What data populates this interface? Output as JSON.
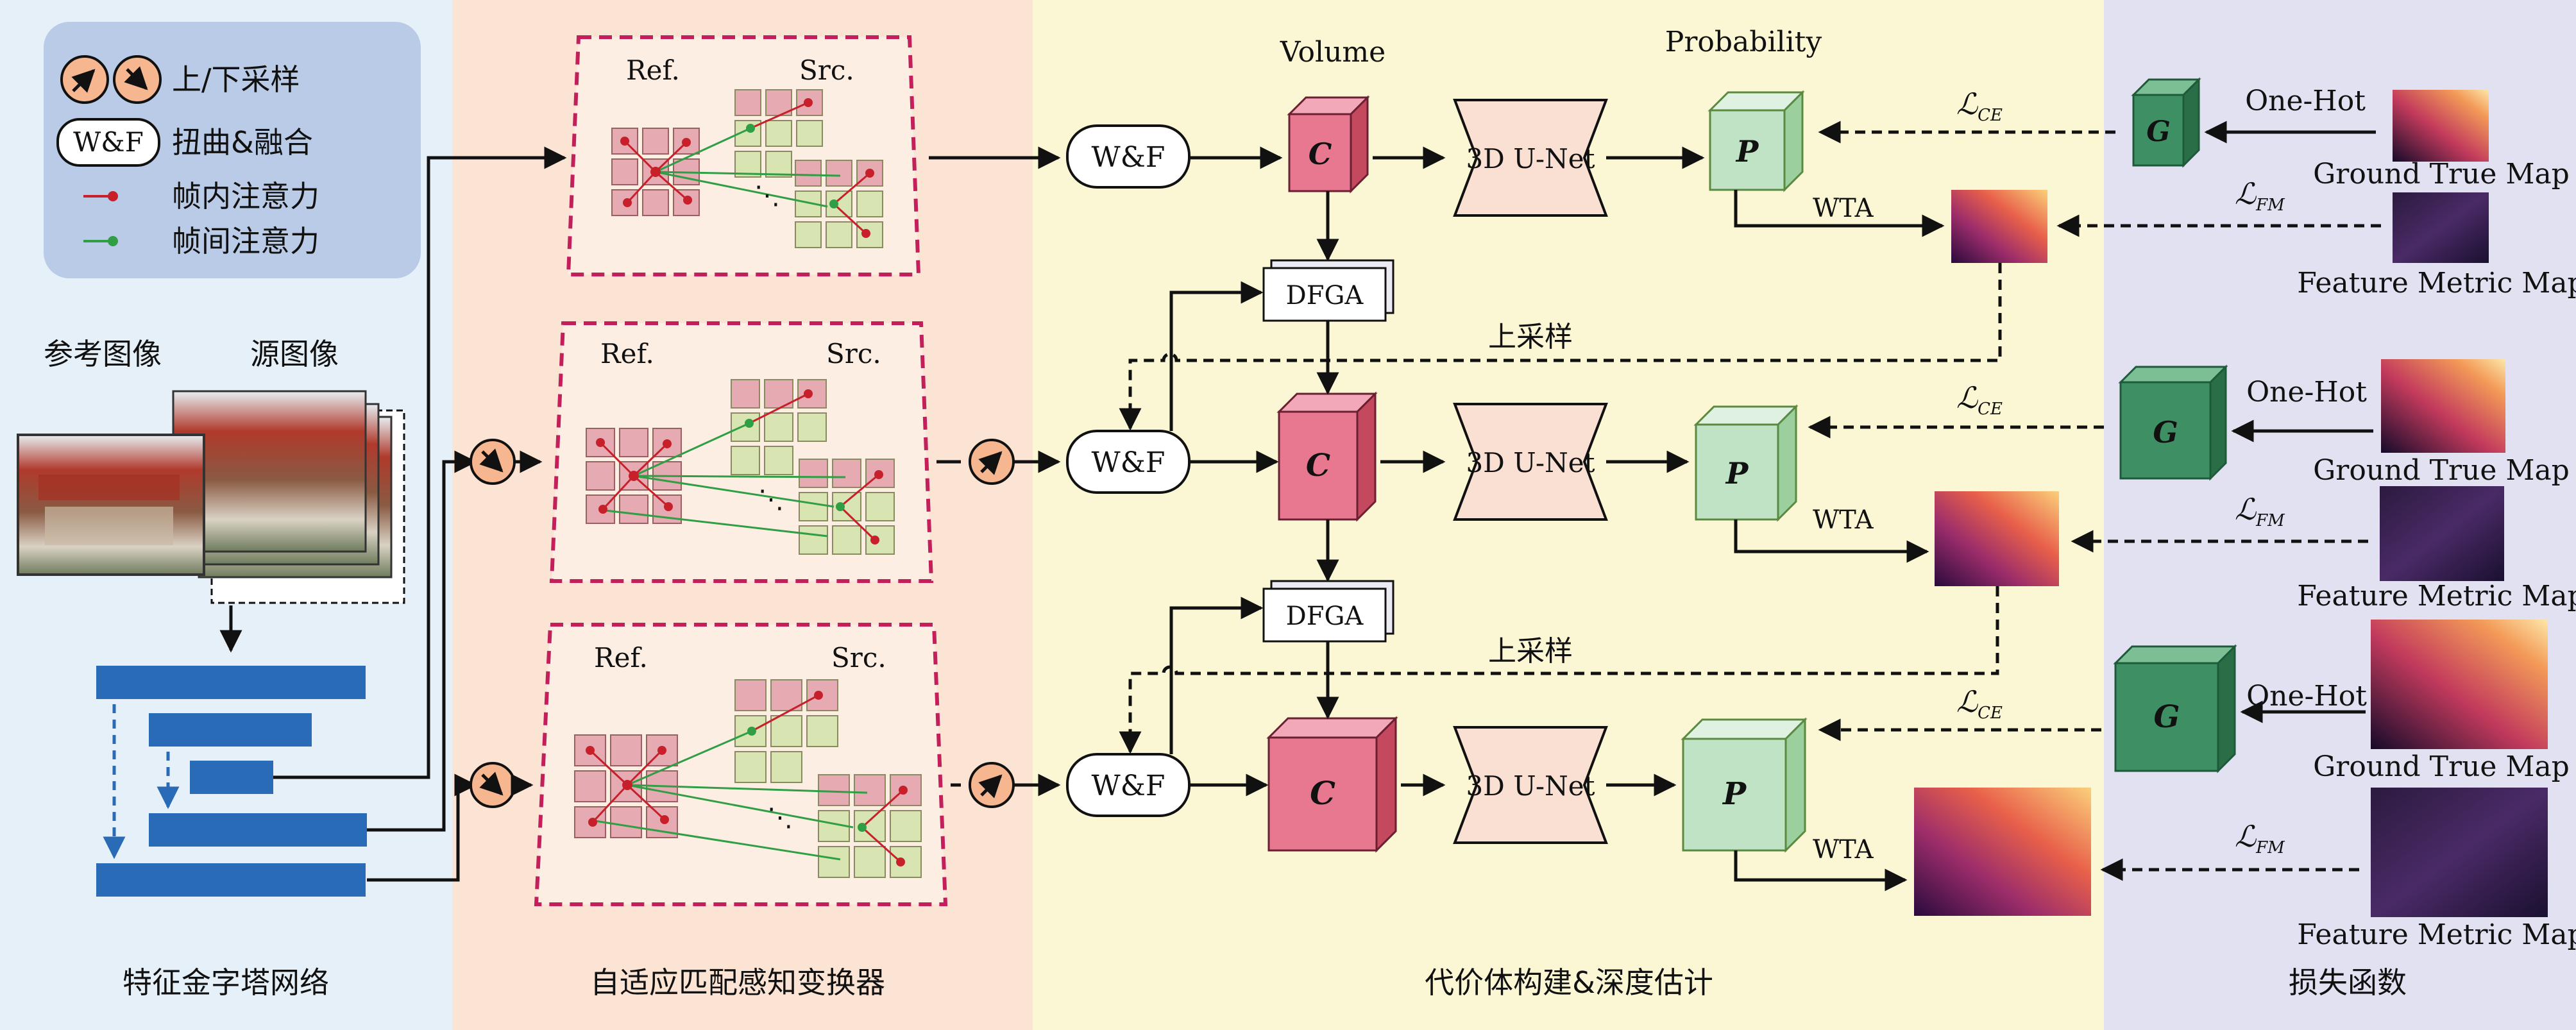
{
  "legend": {
    "updown": "上/下采样",
    "wf_badge": "W&F",
    "wf": "扭曲&融合",
    "intra": "帧内注意力",
    "inter": "帧间注意力"
  },
  "left": {
    "ref_label": "参考图像",
    "src_label": "源图像",
    "title": "特征金字塔网络"
  },
  "transformer": {
    "ref": "Ref.",
    "src": "Src.",
    "dots": "⋱",
    "title": "自适应匹配感知变换器"
  },
  "cost": {
    "volume_label": "Volume",
    "prob_label": "Probability",
    "wf": "W&F",
    "c": "C",
    "unet": "3D U-Net",
    "p": "P",
    "wta": "WTA",
    "dfga": "DFGA",
    "upsample": "上采样",
    "title": "代价体构建&深度估计"
  },
  "loss": {
    "ce": "ℒ",
    "ce_sub": "CE",
    "fm": "ℒ",
    "fm_sub": "FM",
    "g": "G",
    "onehot": "One-Hot",
    "gt": "Ground True Map",
    "fmm": "Feature Metric Map",
    "title": "损失函数"
  },
  "colors": {
    "panel_feature": "#e6f0f8",
    "panel_transformer": "#fbe4d4",
    "panel_cost": "#fbf7d4",
    "panel_loss": "#e2e1f1",
    "legend_box": "#b9cbe6",
    "pyramid_bar": "#2a6bb8",
    "cube_c": "#e87890",
    "cube_p": "#bfe3c4",
    "cube_g": "#3e8f63",
    "unet": "#f9e0d2",
    "match_box": "#c21f5b",
    "intra_line": "#c8202a",
    "inter_line": "#2f9e44",
    "ref_cell": "#e6aab2",
    "src_cell": "#d8e5b2",
    "circle_fill": "#f5b690"
  }
}
